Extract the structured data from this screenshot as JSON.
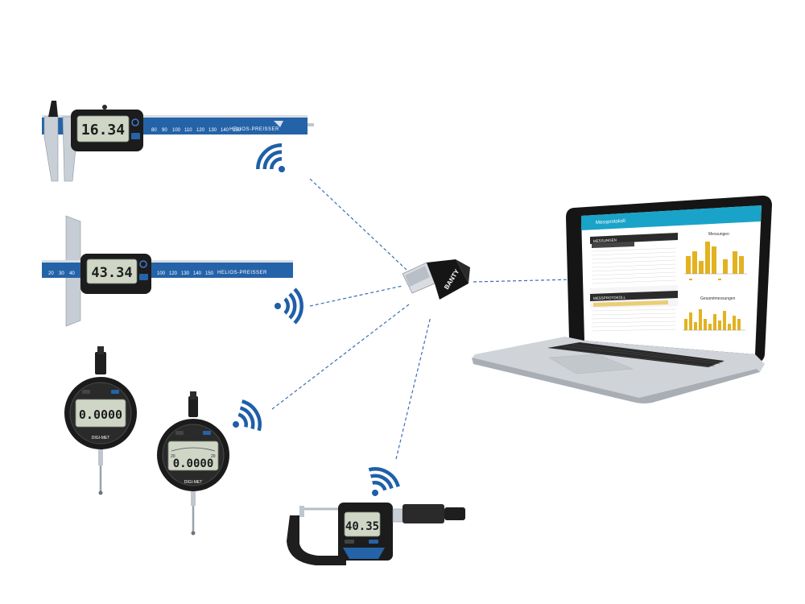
{
  "devices": {
    "caliper": {
      "reading": "16.34",
      "scale_labels": [
        "80",
        "90",
        "100",
        "110",
        "120",
        "130",
        "140",
        "150"
      ],
      "brand": "HELIOS-PREISSER"
    },
    "depth_gauge": {
      "reading": "43.34",
      "scale_labels": [
        "20",
        "30",
        "40",
        "100",
        "120",
        "130",
        "140",
        "150"
      ],
      "brand": "HELIOS-PREISSER"
    },
    "dial_indicator_1": {
      "reading": "0.0000",
      "label": "DIGI-MET"
    },
    "dial_indicator_2": {
      "reading": "0.0000",
      "label": "DIGI-MET",
      "scale_left": "20",
      "scale_right": "20"
    },
    "micrometer": {
      "reading": "40.35"
    }
  },
  "receiver": {
    "label": "BANTY"
  },
  "laptop": {
    "app_title": "Messprotokoll",
    "panel_measurements": "MESSUNGEN",
    "panel_protocol": "MESSPROTOKOLL",
    "chart_top_title": "Messungen",
    "chart_bottom_title": "Gesamtmessungen"
  },
  "colors": {
    "accent_blue": "#2563a8",
    "signal_blue": "#1f5fa8",
    "dashed_line": "#3a6db5",
    "app_teal": "#1aa3c8",
    "bar_gold": "#e3b21f"
  }
}
